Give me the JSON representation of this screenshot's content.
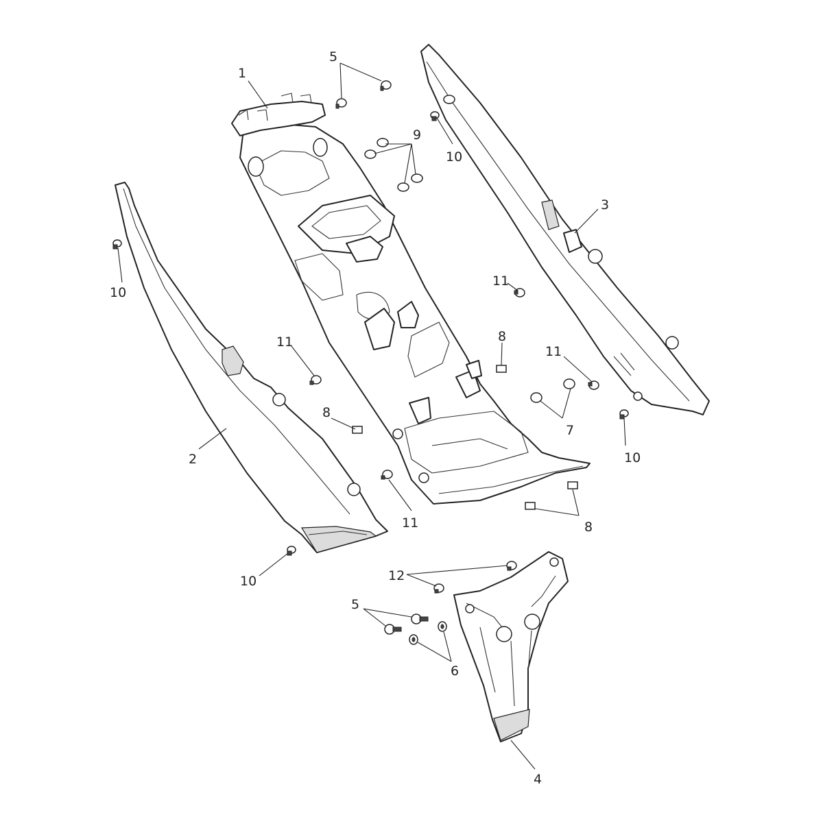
{
  "diagram": {
    "callouts": {
      "c1": "1",
      "c2": "2",
      "c3": "3",
      "c4": "4",
      "c5a": "5",
      "c5b": "5",
      "c6": "6",
      "c7": "7",
      "c8a": "8",
      "c8b": "8",
      "c8c": "8",
      "c9": "9",
      "c10a": "10",
      "c10b": "10",
      "c10c": "10",
      "c10d": "10",
      "c11a": "11",
      "c11b": "11",
      "c11c": "11",
      "c11d": "11",
      "c12": "12"
    }
  }
}
